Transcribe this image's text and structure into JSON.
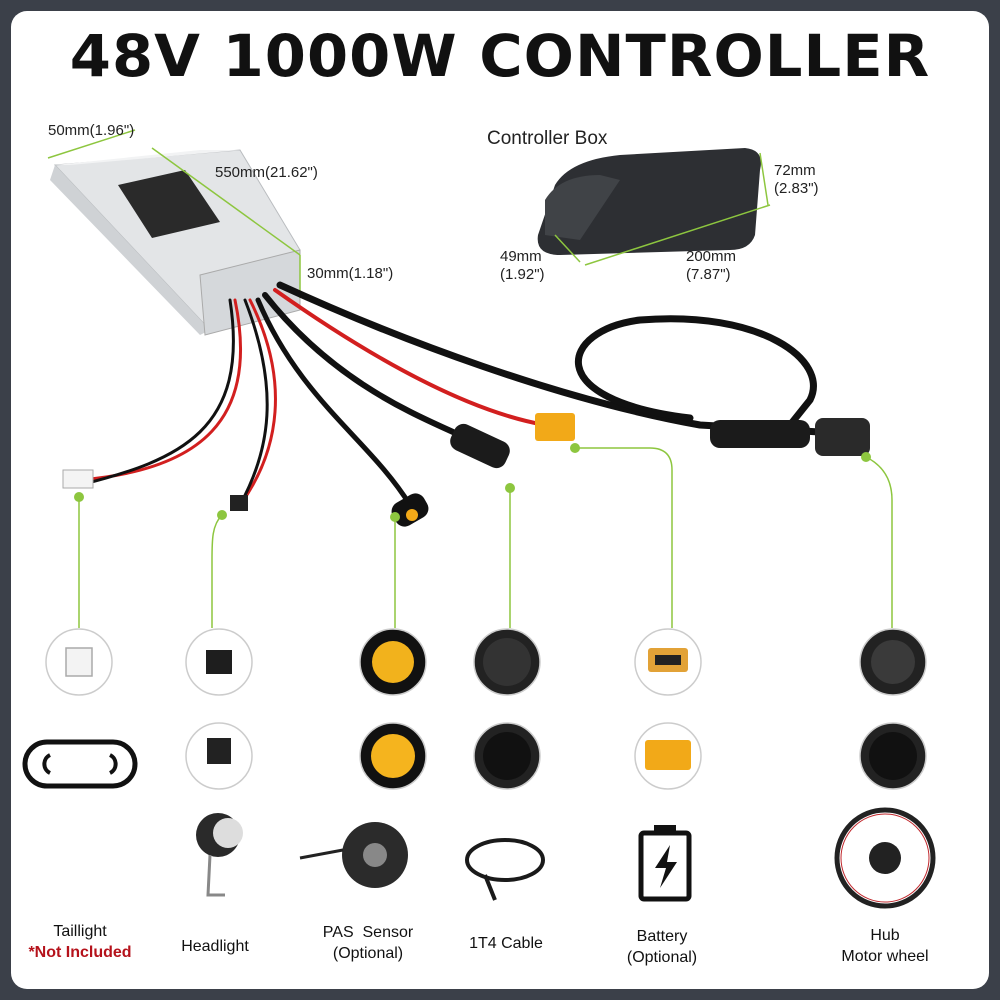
{
  "title": "48V 1000W CONTROLLER",
  "controller_dims": {
    "width": "50mm(1.96\")",
    "length": "550mm(21.62\")",
    "height": "30mm(1.18\")"
  },
  "controller_box": {
    "label": "Controller Box",
    "height_mm": "72mm",
    "height_in": "(2.83\")",
    "width_mm": "49mm",
    "width_in": "(1.92\")",
    "length_mm": "200mm",
    "length_in": "(7.87\")"
  },
  "accent_color": "#8dc63f",
  "components": [
    {
      "label": "Taillight",
      "note": "*Not Included"
    },
    {
      "label": "Headlight"
    },
    {
      "label": "PAS  Sensor",
      "sub": "(Optional)"
    },
    {
      "label": "1T4 Cable"
    },
    {
      "label": "Battery",
      "sub": "(Optional)"
    },
    {
      "label": "Hub",
      "sub": "Motor wheel"
    }
  ]
}
